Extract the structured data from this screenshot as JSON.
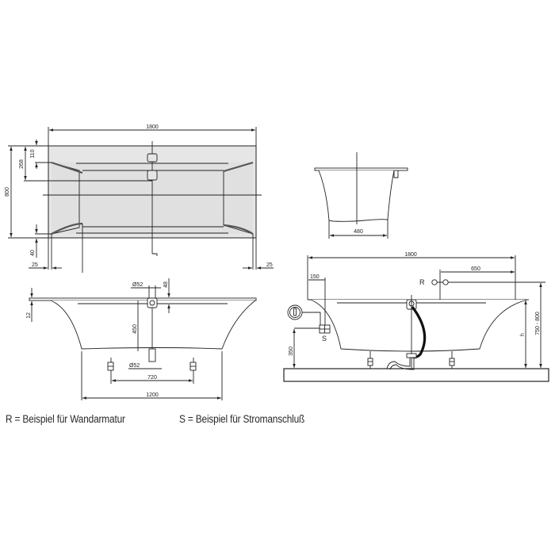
{
  "top_view": {
    "length": "1800",
    "width": "800",
    "dim_110": "110",
    "dim_268": "268",
    "dim_40": "40",
    "dim_25_left": "25",
    "dim_25_right": "25"
  },
  "end_view": {
    "bottom_width": "480"
  },
  "front_view": {
    "rim": "12",
    "overflow_diameter": "Ø52",
    "overflow_offset": "48",
    "depth": "450",
    "drain_diameter": "Ø52",
    "feet_spacing": "720",
    "base_length": "1200"
  },
  "install_view": {
    "length": "1800",
    "tap_offset": "650",
    "socket_offset": "150",
    "socket_height": "350",
    "height_h": "h",
    "total_height": "750 - 800",
    "label_R": "R",
    "label_S": "S"
  },
  "legend": {
    "r_text": "R = Beispiel für Wandarmatur",
    "s_text": "S = Beispiel für Stromanschluß"
  }
}
